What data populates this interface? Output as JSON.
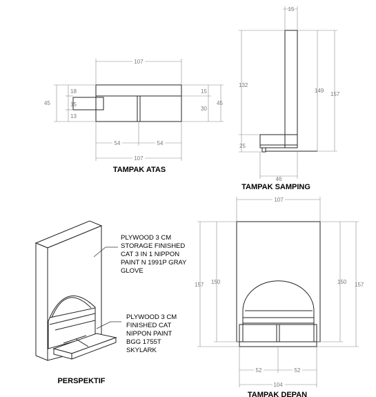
{
  "views": {
    "top": {
      "title": "TAMPAK ATAS",
      "dims": {
        "width_top": "107",
        "width_bottom": "107",
        "left_half": "54",
        "right_half": "54",
        "left_18": "18",
        "left_15": "15",
        "left_13": "13",
        "left_45": "45",
        "right_15": "15",
        "right_30": "30",
        "right_45": "45"
      }
    },
    "side": {
      "title": "TAMPAK SAMPING",
      "dims": {
        "top_15": "15",
        "left_132": "132",
        "left_25": "25",
        "right_149": "149",
        "right_157": "157",
        "bottom_46": "46"
      }
    },
    "perspective": {
      "title": "PERSPEKTIF",
      "note1": [
        "PLYWOOD 3 CM",
        "STORAGE FINISHED",
        "CAT 3 IN 1 NIPPON",
        "PAINT N 1991P GRAY",
        "GLOVE"
      ],
      "note2": [
        "PLYWOOD 3 CM",
        "FINISHED CAT",
        "NIPPON PAINT",
        "BGG 1755T",
        "SKYLARK"
      ]
    },
    "front": {
      "title": "TAMPAK DEPAN",
      "dims": {
        "top_107": "107",
        "left_157": "157",
        "left_150": "150",
        "right_150": "150",
        "right_157": "157",
        "bottom_52a": "52",
        "bottom_52b": "52",
        "bottom_104": "104"
      }
    }
  }
}
